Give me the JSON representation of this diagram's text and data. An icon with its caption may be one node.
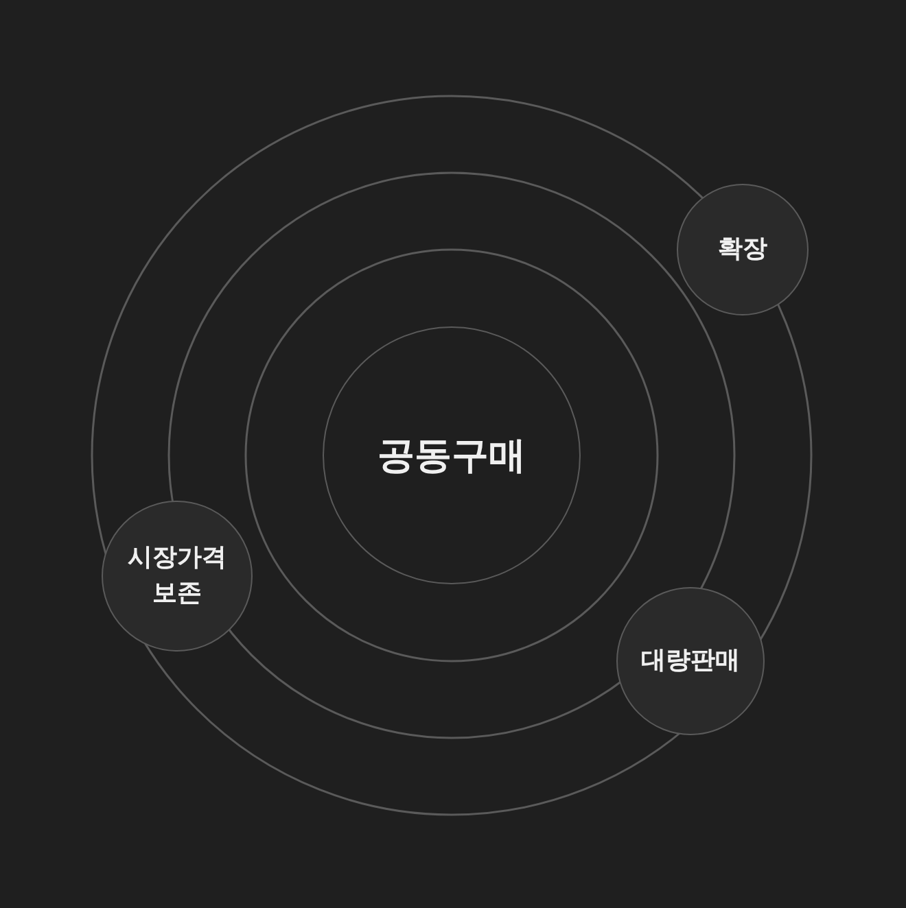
{
  "diagram": {
    "nodes": [
      {
        "text": [
          "공동구매"
        ]
      },
      {
        "text": [
          "확장"
        ]
      },
      {
        "text": [
          "시장가격 보존"
        ]
      },
      {
        "text": [
          "대량판매"
        ]
      }
    ]
  }
}
